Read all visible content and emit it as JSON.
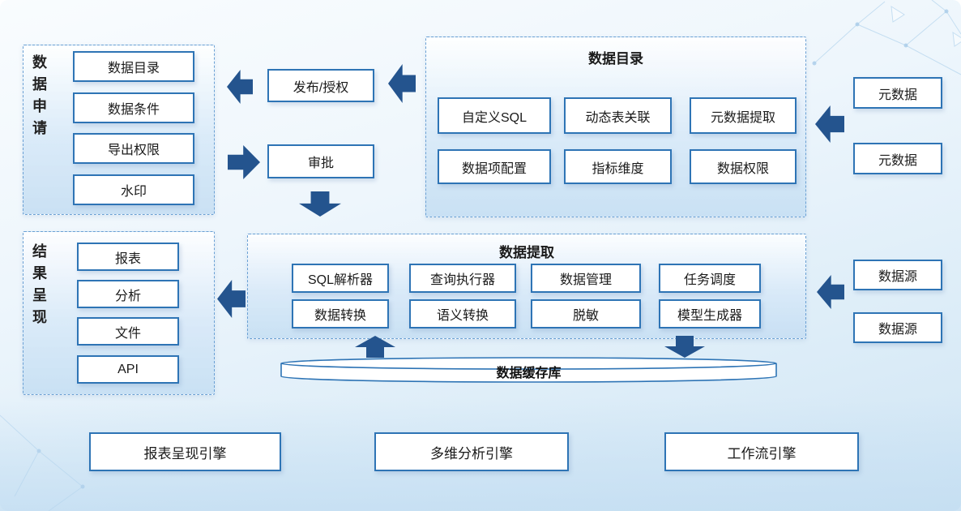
{
  "diagram": {
    "request_group": {
      "label": "数据申请",
      "items": [
        "数据目录",
        "数据条件",
        "导出权限",
        "水印"
      ]
    },
    "result_group": {
      "label": "结果呈现",
      "items": [
        "报表",
        "分析",
        "文件",
        "API"
      ]
    },
    "catalog_group": {
      "title": "数据目录",
      "row1": [
        "自定义SQL",
        "动态表关联",
        "元数据提取"
      ],
      "row2": [
        "数据项配置",
        "指标维度",
        "数据权限"
      ]
    },
    "extraction_group": {
      "title": "数据提取",
      "row1": [
        "SQL解析器",
        "查询执行器",
        "数据管理",
        "任务调度"
      ],
      "row2": [
        "数据转换",
        "语义转换",
        "脱敏",
        "模型生成器"
      ]
    },
    "flow": {
      "publish": "发布/授权",
      "approve": "审批"
    },
    "metadata_sources": [
      "元数据",
      "元数据"
    ],
    "data_sources": [
      "数据源",
      "数据源"
    ],
    "cache": "数据缓存库",
    "engines": [
      "报表呈现引擎",
      "多维分析引擎",
      "工作流引擎"
    ]
  },
  "colors": {
    "arrow": "#24548e",
    "box_border": "#2e74b5",
    "group_border": "#6aa0d4"
  }
}
